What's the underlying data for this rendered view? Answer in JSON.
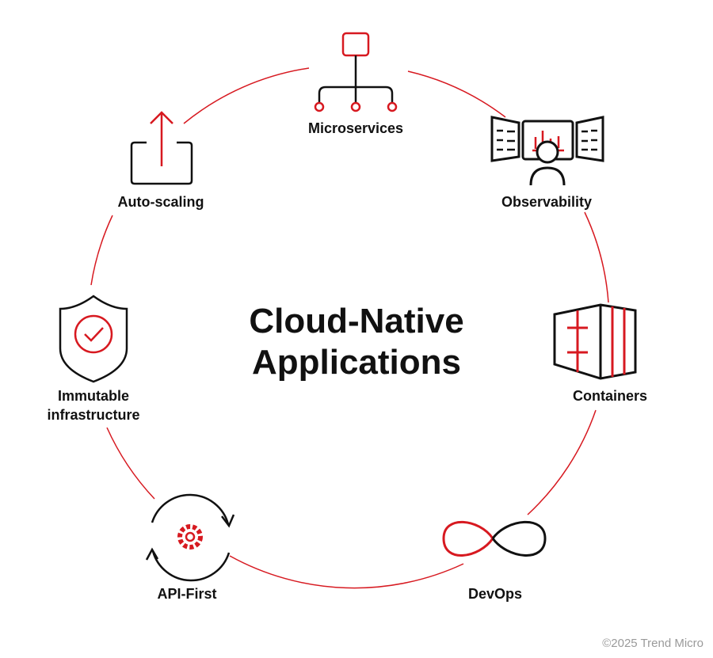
{
  "title": {
    "line1": "Cloud-Native",
    "line2": "Applications"
  },
  "nodes": [
    {
      "label": "Microservices",
      "icon": "hierarchy-icon"
    },
    {
      "label": "Observability",
      "icon": "monitoring-dashboard-icon"
    },
    {
      "label": "Containers",
      "icon": "container-icon"
    },
    {
      "label": "DevOps",
      "icon": "infinity-icon"
    },
    {
      "label": "API-First",
      "icon": "gear-cycle-icon"
    },
    {
      "label": "Immutable",
      "label2": "infrastructure",
      "icon": "shield-check-icon"
    },
    {
      "label": "Auto-scaling",
      "icon": "upload-arrow-icon"
    }
  ],
  "copyright": "©2025 Trend Micro",
  "colors": {
    "accent": "#d71920",
    "ink": "#111111"
  }
}
